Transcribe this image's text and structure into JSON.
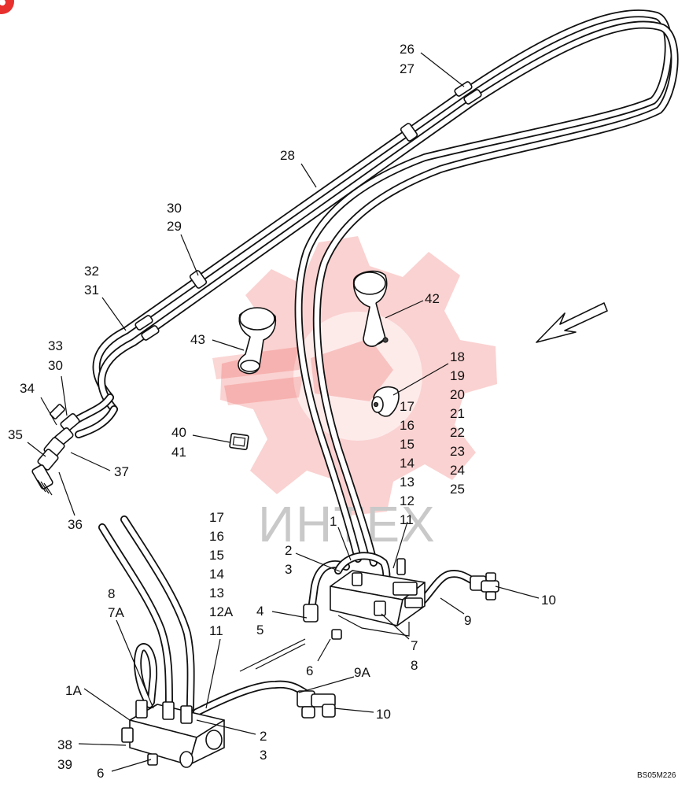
{
  "figure_code": "BS05M226",
  "watermark_text": "ИНТЕХ",
  "colors": {
    "watermark": "#e8302f",
    "lines": "#111111",
    "background": "#ffffff"
  },
  "callouts": {
    "c26": "26",
    "c27": "27",
    "c28": "28",
    "c30a": "30",
    "c29": "29",
    "c32": "32",
    "c31": "31",
    "c33": "33",
    "c30b": "30",
    "c34": "34",
    "c35": "35",
    "c36": "36",
    "c37": "37",
    "c42": "42",
    "c43": "43",
    "c40": "40",
    "c41": "41",
    "c18": "18",
    "c19": "19",
    "c20": "20",
    "c21": "21",
    "c22": "22",
    "c23": "23",
    "c24": "24",
    "c25": "25",
    "c17a": "17",
    "c16a": "16",
    "c15a": "15",
    "c14a": "14",
    "c13a": "13",
    "c12a": "12",
    "c11a": "11",
    "c1": "1",
    "c2a": "2",
    "c3a": "3",
    "c4": "4",
    "c5": "5",
    "c6a": "6",
    "c7": "7",
    "c8a": "8",
    "c9": "9",
    "c10a": "10",
    "c17b": "17",
    "c16b": "16",
    "c15b": "15",
    "c14b": "14",
    "c13b": "13",
    "c12A": "12A",
    "c11b": "11",
    "c8b": "8",
    "c7A": "7A",
    "c1A": "1A",
    "c38": "38",
    "c39": "39",
    "c6b": "6",
    "c2b": "2",
    "c3b": "3",
    "c9A": "9A",
    "c10b": "10"
  }
}
